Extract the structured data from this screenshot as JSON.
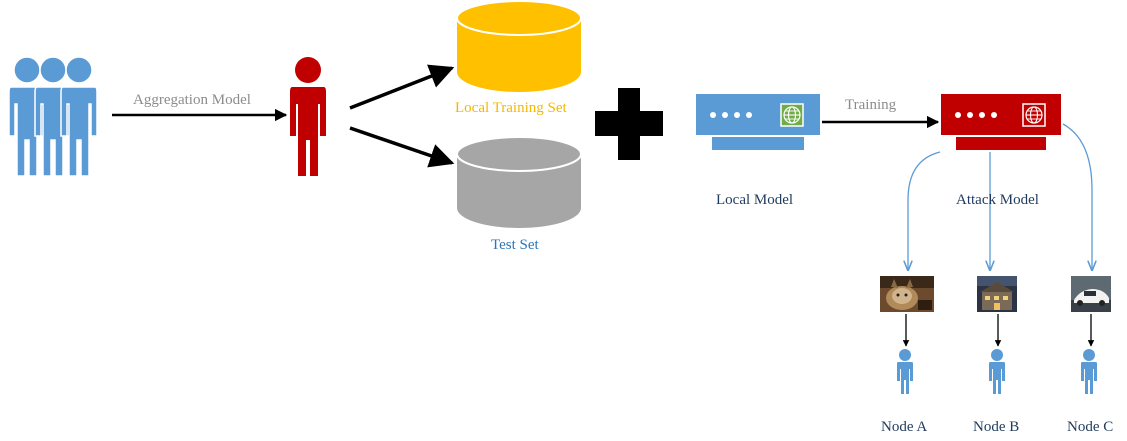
{
  "labels": {
    "aggregation_model": "Aggregation Model",
    "local_training_set": "Local Training Set",
    "test_set": "Test Set",
    "training": "Training",
    "local_model": "Local Model",
    "attack_model": "Attack Model",
    "node_a": "Node A",
    "node_b": "Node B",
    "node_c": "Node C"
  },
  "colors": {
    "users_group": "#5b9bd5",
    "user": "#c00000",
    "training_set_db": "#ffc000",
    "test_set_db": "#a6a6a6",
    "local_model_router": "#5b9bd5",
    "attack_model_router": "#c00000",
    "connector": "#5b9bd5",
    "arrow": "#000000"
  },
  "icons": {
    "users_group": "people-group-icon",
    "user": "person-icon",
    "plus": "plus-icon",
    "router": "router-icon",
    "globe": "globe-icon",
    "image_a": "cat-photo",
    "image_b": "house-photo",
    "image_c": "car-photo"
  }
}
